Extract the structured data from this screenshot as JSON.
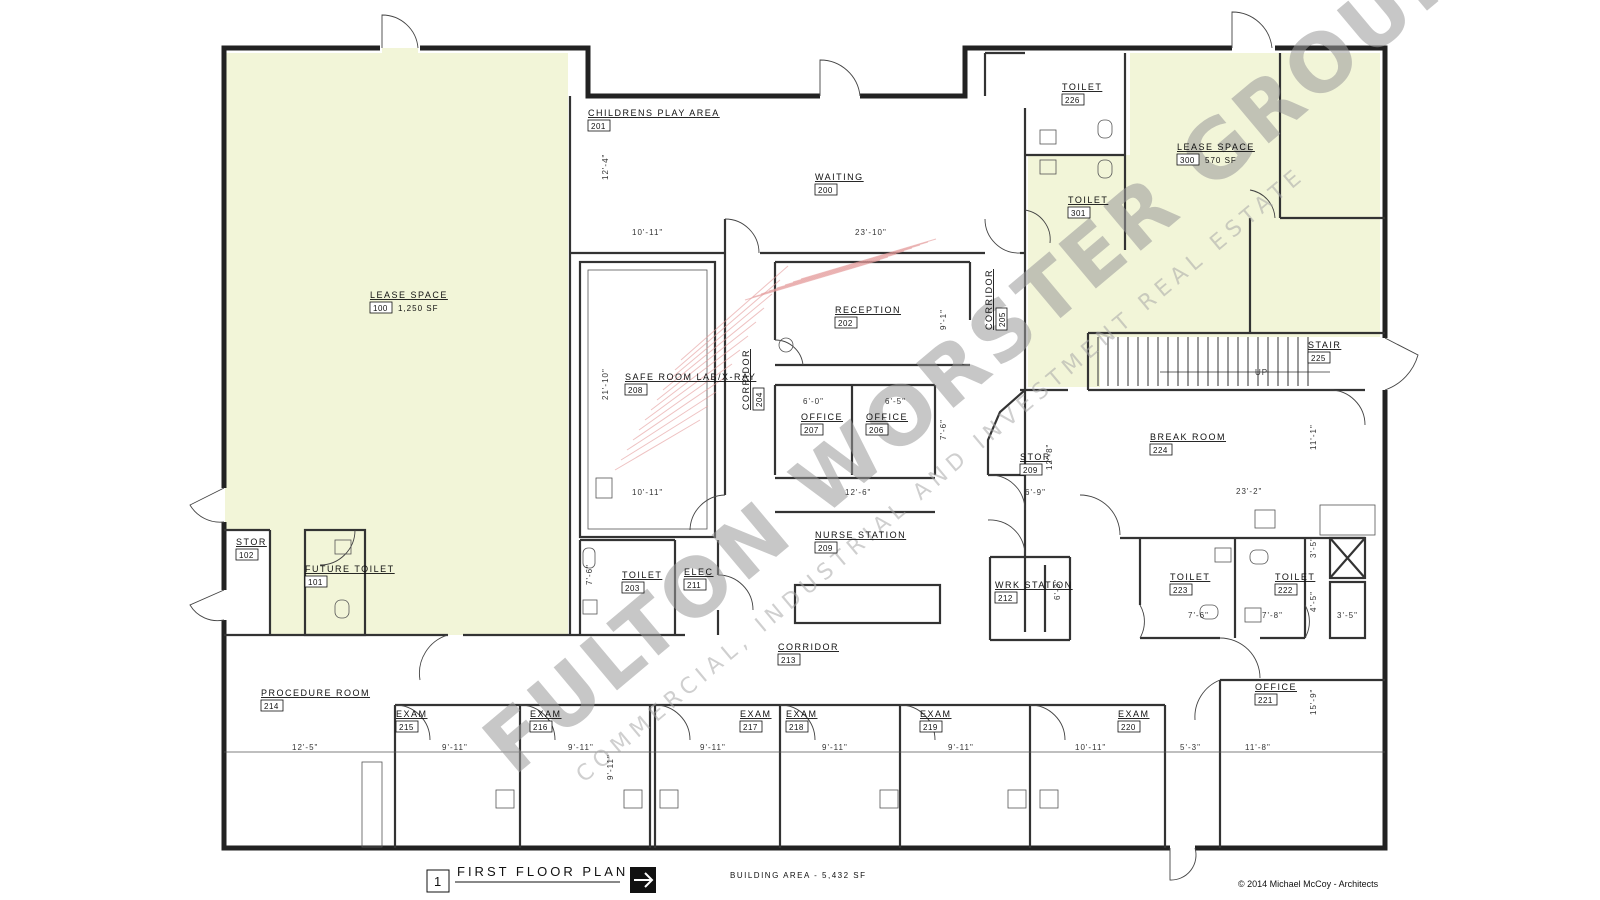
{
  "rooms": [
    {
      "id": "r100",
      "name": "LEASE SPACE",
      "number": "100",
      "area": "1,250 SF"
    },
    {
      "id": "r102",
      "name": "STOR",
      "number": "102"
    },
    {
      "id": "r101",
      "name": "FUTURE TOILET",
      "number": "101"
    },
    {
      "id": "r201",
      "name": "CHILDRENS PLAY AREA",
      "number": "201"
    },
    {
      "id": "r200",
      "name": "WAITING",
      "number": "200"
    },
    {
      "id": "r208",
      "name": "SAFE ROOM LAB/X-RAY",
      "number": "208"
    },
    {
      "id": "r204",
      "name": "CORRIDOR",
      "number": "204"
    },
    {
      "id": "r202",
      "name": "RECEPTION",
      "number": "202"
    },
    {
      "id": "r205",
      "name": "CORRIDOR",
      "number": "205"
    },
    {
      "id": "r207",
      "name": "OFFICE",
      "number": "207"
    },
    {
      "id": "r206",
      "name": "OFFICE",
      "number": "206"
    },
    {
      "id": "r209a",
      "name": "STOR",
      "number": "209"
    },
    {
      "id": "r209b",
      "name": "NURSE STATION",
      "number": "209"
    },
    {
      "id": "r203",
      "name": "TOILET",
      "number": "203"
    },
    {
      "id": "r211",
      "name": "ELEC",
      "number": "211"
    },
    {
      "id": "r212",
      "name": "WRK STATION",
      "number": "212"
    },
    {
      "id": "r213",
      "name": "CORRIDOR",
      "number": "213"
    },
    {
      "id": "r226",
      "name": "TOILET",
      "number": "226"
    },
    {
      "id": "r301",
      "name": "TOILET",
      "number": "301"
    },
    {
      "id": "r300",
      "name": "LEASE SPACE",
      "number": "300",
      "area": "570 SF"
    },
    {
      "id": "r225",
      "name": "STAIR",
      "number": "225"
    },
    {
      "id": "r224",
      "name": "BREAK ROOM",
      "number": "224"
    },
    {
      "id": "r223",
      "name": "TOILET",
      "number": "223"
    },
    {
      "id": "r222",
      "name": "TOILET",
      "number": "222"
    },
    {
      "id": "r221",
      "name": "OFFICE",
      "number": "221"
    },
    {
      "id": "r214",
      "name": "PROCEDURE ROOM",
      "number": "214"
    },
    {
      "id": "r215",
      "name": "EXAM",
      "number": "215"
    },
    {
      "id": "r216",
      "name": "EXAM",
      "number": "216"
    },
    {
      "id": "r217",
      "name": "EXAM",
      "number": "217"
    },
    {
      "id": "r218",
      "name": "EXAM",
      "number": "218"
    },
    {
      "id": "r219",
      "name": "EXAM",
      "number": "219"
    },
    {
      "id": "r220",
      "name": "EXAM",
      "number": "220"
    }
  ],
  "dimensions": [
    "12'-4\"",
    "10'-11\"",
    "23'-10\"",
    "21'-10\"",
    "10'-11\"",
    "6'-0\"",
    "6'-5\"",
    "9'-1\"",
    "7'-6\"",
    "12'-6\"",
    "12'-8\"",
    "6'-9\"",
    "6'-3\"",
    "7'-6\"",
    "11'-1\"",
    "23'-2\"",
    "3'-5\"",
    "4'-5\"",
    "7'-6\"",
    "7'-8\"",
    "3'-5\"",
    "12'-5\"",
    "9'-11\"",
    "9'-11\"",
    "9'-11\"",
    "9'-11\"",
    "9'-11\"",
    "9'-11\"",
    "10'-11\"",
    "5'-3\"",
    "11'-8\"",
    "15'-9\""
  ],
  "watermark": {
    "main": "FULTON WORSTER GROUP",
    "sub": "COMMERCIAL, INDUSTRIAL AND INVESTMENT REAL ESTATE"
  },
  "title_block": {
    "number": "1",
    "title": "FIRST FLOOR PLAN",
    "building_area": "BUILDING AREA - 5,432 SF",
    "copyright": "© 2014 Michael McCoy - Architects"
  },
  "stair_label": "UP",
  "colors": {
    "lease_fill": "#f2f5d8",
    "wall": "#222222",
    "watermark": "#9a9a9a",
    "hatch": "#e49a9a"
  }
}
